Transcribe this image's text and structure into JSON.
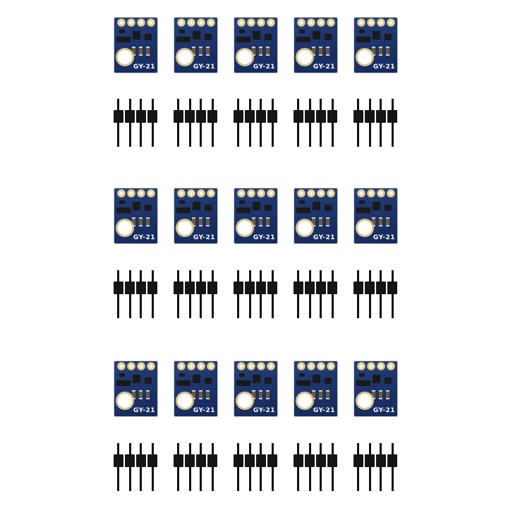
{
  "product": {
    "board_label": "GY-21",
    "grid": {
      "rows": 3,
      "columns": 5
    },
    "colors": {
      "pcb": "#1b3268",
      "pin": "#111111",
      "pad": "#e7d9a8"
    }
  }
}
